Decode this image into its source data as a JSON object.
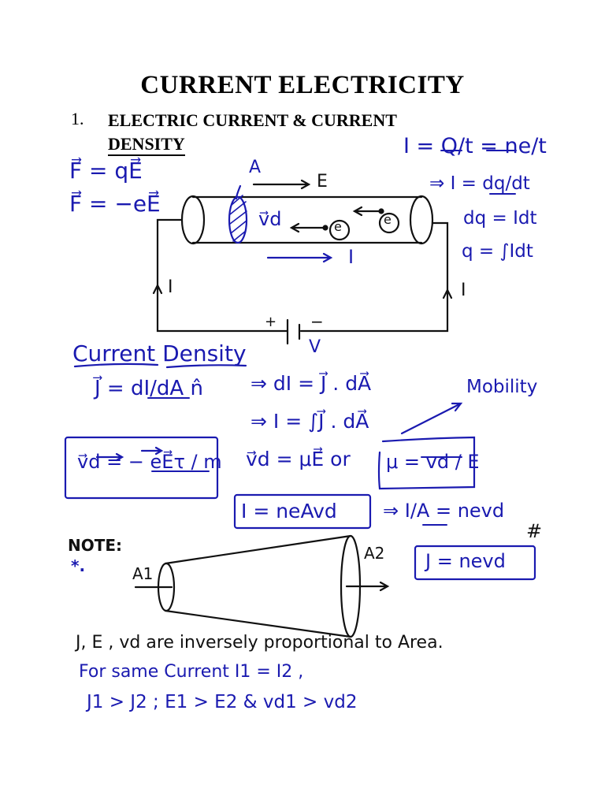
{
  "heading": {
    "title": "CURRENT ELECTRICITY",
    "section_number": "1.",
    "section_title_line1": "ELECTRIC CURRENT & CURRENT",
    "section_title_line2": "DENSITY"
  },
  "notes": {
    "force_eq1": "F⃗ = qE⃗",
    "force_eq2": "F⃗ = −eE⃗",
    "current_def": "I = Q/t = ne/t",
    "current_diff": "⇒ I = dq/dt",
    "dq_eq": "dq = Idt",
    "q_eq": "q = ∫Idt",
    "wire_label_A": "A",
    "wire_label_E": "E",
    "wire_label_vd": "v⃗d",
    "wire_label_e1": "e",
    "wire_label_e2": "e",
    "wire_label_I": "I",
    "loop_I_left": "I",
    "loop_I_right": "I",
    "battery_plus": "+",
    "battery_minus": "−",
    "battery_V": "V",
    "current_density_heading": "Current Density",
    "j_def": "J⃗ = dI/dA n̂",
    "di_eq": "⇒ dI = J⃗ . dA⃗",
    "i_integral": "⇒ I = ∫J⃗ . dA⃗",
    "mobility": "Mobility",
    "vd_formula": "v⃗d = − eE⃗τ / m",
    "vd_mobility": "v⃗d = μE⃗ or",
    "mu_formula": "μ = vd / E",
    "i_neavd": "I = neAvd",
    "i_over_a": "⇒ I/A = nevd",
    "hash": "#",
    "j_nevd": "J = nevd",
    "note_label": "NOTE:",
    "note_star": "*.",
    "a1": "A1",
    "a2": "A2",
    "inverse_line": "J, E , vd are inversely proportional to Area.",
    "same_current": "For same Current I1 = I2 ,",
    "comparison": "J1 > J2 ; E1 > E2 & vd1 > vd2"
  },
  "colors": {
    "ink_blue": "#1a1ab0",
    "ink_black": "#111111"
  }
}
